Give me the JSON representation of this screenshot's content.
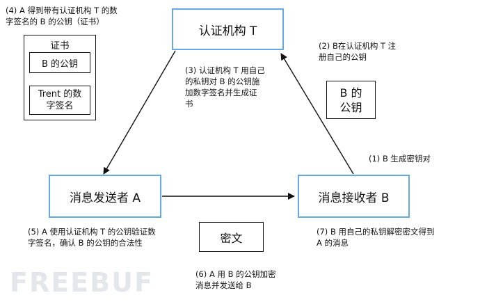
{
  "nodes": {
    "ca": "认证机构 T",
    "sender": "消息发送者 A",
    "receiver": "消息接收者 B"
  },
  "certificate": {
    "title": "证书",
    "pubkey": "B 的公钥",
    "signature_line1": "Trent 的数",
    "signature_line2": "字签名"
  },
  "pubkey_box": {
    "line1": "B 的",
    "line2": "公钥"
  },
  "ciphertext": "密文",
  "steps": {
    "s1": "(1) B 生成密钥对",
    "s2_l1": "(2) B在认证机构 T 注",
    "s2_l2": "册自己的公钥",
    "s3_l1": "(3) 认证机构 T 用自己",
    "s3_l2": "的私钥对 B 的公钥施",
    "s3_l3": "加数字签名并生成证",
    "s3_l4": "书",
    "s4_l1": "(4) A 得到带有认证机构 T 的数",
    "s4_l2": "字签名的 B 的公钥（证书）",
    "s5_l1": "(5) A 使用认证机构 T 的公钥验证数",
    "s5_l2": "字签名，确认 B 的公钥的合法性",
    "s6_l1": "(6) A 用 B 的公钥加密",
    "s6_l2": "消息并发送给 B",
    "s7_l1": "(7) B 用自己的私钥解密密文得到",
    "s7_l2": "A 的消息"
  },
  "watermark": "FREEBUF"
}
